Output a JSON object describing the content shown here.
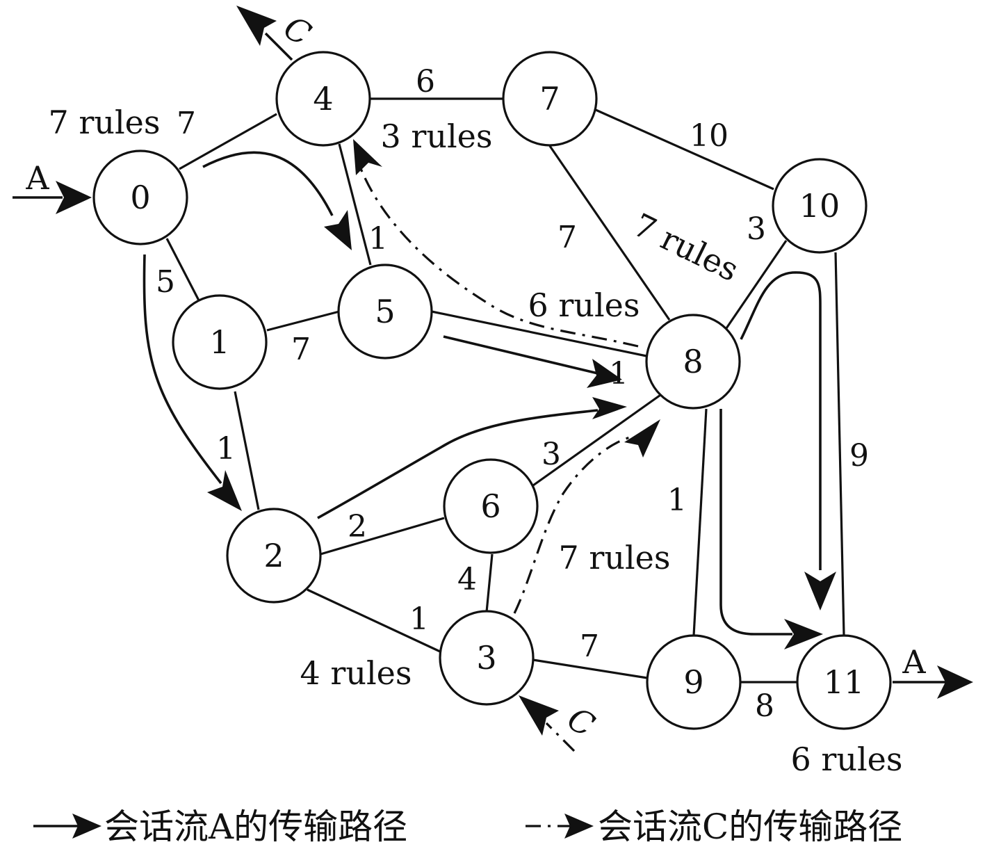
{
  "nodes": [
    "0",
    "1",
    "2",
    "3",
    "4",
    "5",
    "6",
    "7",
    "8",
    "9",
    "10",
    "11"
  ],
  "edge_weights": {
    "e0_4": "7",
    "e0_1": "5",
    "e1_5": "7",
    "e1_2": "1",
    "e4_7": "6",
    "e4_5": "1",
    "e7_10": "10",
    "e7_8": "7",
    "e5_8": "1",
    "e10_8": "3",
    "e10_11": "9",
    "e2_6": "2",
    "e2_3": "1",
    "e6_8": "3",
    "e6_3": "4",
    "e3_9": "7",
    "e8_9": "1",
    "e9_11": "8"
  },
  "rule_annotations": {
    "node0": "7 rules",
    "node4": "3 rules",
    "node8_upper": "7 rules",
    "node8_left": "6 rules",
    "node3_diag": "7 rules",
    "node3": "4 rules",
    "node11": "6 rules"
  },
  "flow_labels": {
    "a_in": "A",
    "a_out": "A",
    "c_top": "C",
    "c_bottom": "C"
  },
  "legend": {
    "a_text": "会话流A的传输路径",
    "c_text": "会话流C的传输路径"
  }
}
